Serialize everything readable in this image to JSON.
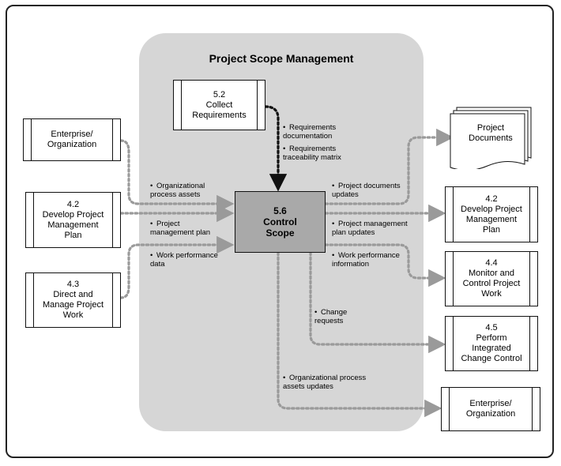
{
  "panel": {
    "title": "Project Scope Management"
  },
  "process": {
    "number": "5.6",
    "name": "Control\nScope"
  },
  "inputs": {
    "collect_requirements": "5.2\nCollect\nRequirements",
    "enterprise_org": "Enterprise/\nOrganization",
    "develop_pmp": "4.2\nDevelop Project\nManagement\nPlan",
    "direct_manage": "4.3\nDirect and\nManage Project\nWork"
  },
  "outputs": {
    "project_documents": "Project\nDocuments",
    "develop_pmp": "4.2\nDevelop Project\nManagement\nPlan",
    "monitor_control": "4.4\nMonitor and\nControl Project\nWork",
    "integrated_change": "4.5\nPerform\nIntegrated\nChange Control",
    "enterprise_org": "Enterprise/\nOrganization"
  },
  "labels": {
    "req_doc": "Requirements\ndocumentation",
    "req_trace": "Requirements\ntraceability matrix",
    "org_assets": "Organizational\nprocess assets",
    "pm_plan": "Project\nmanagement plan",
    "work_perf_data": "Work performance\ndata",
    "docs_updates": "Project documents\nupdates",
    "pmp_updates": "Project management\nplan updates",
    "work_perf_info": "Work performance\ninformation",
    "change_requests": "Change\nrequests",
    "opa_updates": "Organizational process\nassets updates"
  },
  "colors": {
    "panel": "#d6d6d6",
    "center": "#a9a9a9",
    "connector": "#9a9a9a",
    "dotted_input": "#111111"
  }
}
